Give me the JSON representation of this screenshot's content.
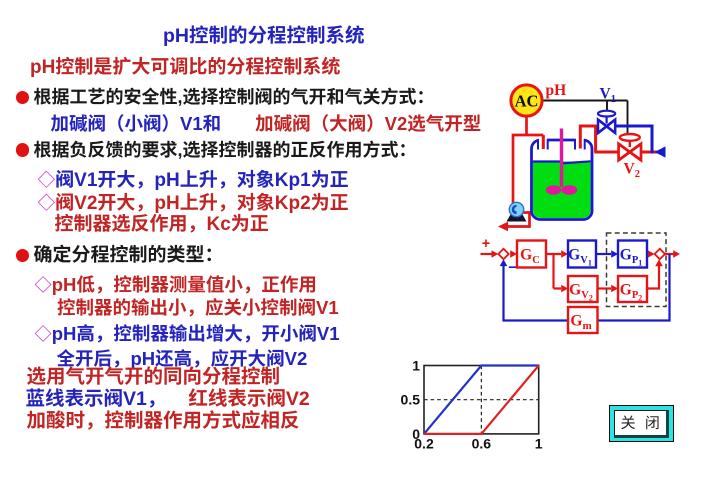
{
  "slide": {
    "title": "pH控制的分程控制系统",
    "lines": [
      {
        "segments": [
          {
            "text": "pH控制是扩大可调比的分程控制系统",
            "color": "#c22424"
          }
        ]
      },
      {
        "segments": [
          {
            "text": "●",
            "color": "#e01111"
          },
          {
            "text": "根据工艺的安全性,选择控制阀的气开和气关方式：",
            "color": "#1a1a1a"
          }
        ]
      },
      {
        "segments": [
          {
            "text": "加碱阀（小阀）V1和",
            "color": "#2424bd"
          },
          {
            "text": "加碱阀（大阀）V2选气开型",
            "color": "#c22424"
          }
        ]
      },
      {
        "segments": [
          {
            "text": "●",
            "color": "#e01111"
          },
          {
            "text": "根据负反馈的要求,选择控制器的正反作用方式：",
            "color": "#1a1a1a"
          }
        ]
      },
      {
        "segments": [
          {
            "text": "◇",
            "color": "#cc44cc"
          },
          {
            "text": "阀V1开大，pH上升，对象Kp1为正",
            "color": "#2424bd"
          }
        ]
      },
      {
        "segments": [
          {
            "text": "◇",
            "color": "#cc44cc"
          },
          {
            "text": "阀V2开大，pH上升，对象Kp2为正",
            "color": "#c22424"
          }
        ]
      },
      {
        "segments": [
          {
            "text": "控制器选反作用，Kc为正",
            "color": "#c22424"
          }
        ]
      },
      {
        "segments": [
          {
            "text": "●",
            "color": "#e01111"
          },
          {
            "text": "确定分程控制的类型：",
            "color": "#1a1a1a"
          }
        ]
      },
      {
        "segments": [
          {
            "text": "◇",
            "color": "#cc44cc"
          },
          {
            "text": "pH低，控制器测量值小，正作用",
            "color": "#c22424"
          }
        ]
      },
      {
        "segments": [
          {
            "text": "控制器的输出小，应关小控制阀V1",
            "color": "#c22424"
          }
        ]
      },
      {
        "segments": [
          {
            "text": "◇",
            "color": "#cc44cc"
          },
          {
            "text": "pH高，控制器输出增大，开小阀V1",
            "color": "#2424bd"
          }
        ]
      },
      {
        "segments": [
          {
            "text": "全开后，pH还高，应开大阀V2",
            "color": "#2424bd"
          }
        ]
      },
      {
        "segments": [
          {
            "text": "选用气开气开的同向分程控制",
            "color": "#c22424"
          }
        ]
      },
      {
        "segments": [
          {
            "text": "蓝线表示阀V1，",
            "color": "#2424bd"
          },
          {
            "text": "红线表示阀V2",
            "color": "#c22424"
          }
        ]
      },
      {
        "segments": [
          {
            "text": "加酸时，控制器作用方式应相反",
            "color": "#c22424"
          }
        ]
      }
    ]
  },
  "process_diagram": {
    "controller_label": "AC",
    "variable_label": "pH",
    "valve1_label": {
      "main": "V",
      "sub": "1"
    },
    "valve2_label": {
      "main": "V",
      "sub": "2"
    }
  },
  "block_diagram": {
    "plus_sign": "+",
    "minus_sign": "−",
    "blocks": {
      "gc": {
        "main": "G",
        "sub": "C",
        "subsub": ""
      },
      "gv1": {
        "main": "G",
        "sub": "V",
        "subsub": "1"
      },
      "gv2": {
        "main": "G",
        "sub": "V",
        "subsub": "2"
      },
      "gp1": {
        "main": "G",
        "sub": "P",
        "subsub": "1"
      },
      "gp2": {
        "main": "G",
        "sub": "P",
        "subsub": "2"
      },
      "gm": {
        "main": "G",
        "sub": "m",
        "subsub": ""
      }
    }
  },
  "chart_data": {
    "type": "line",
    "xlim": [
      0.2,
      1
    ],
    "ylim": [
      0,
      1
    ],
    "xtick_values": [
      0.2,
      0.6,
      1
    ],
    "ytick_values": [
      0,
      0.5,
      1
    ],
    "xtick_labels": [
      "0.2",
      "0.6",
      "1"
    ],
    "ytick_labels": [
      "0",
      "0.5",
      "1"
    ],
    "guides": {
      "x": 0.6,
      "y": 0.5
    },
    "grid": false,
    "legend": "none",
    "series": [
      {
        "name": "阀V1 (蓝线)",
        "color": "#2233c4",
        "points": [
          [
            0.2,
            0
          ],
          [
            0.6,
            1
          ],
          [
            1,
            1
          ]
        ]
      },
      {
        "name": "阀V2 (红线)",
        "color": "#dd2222",
        "points": [
          [
            0.2,
            0
          ],
          [
            0.6,
            0
          ],
          [
            1,
            1
          ]
        ]
      }
    ]
  },
  "close_button": {
    "label": "关 闭"
  },
  "colors": {
    "text_red": "#c22424",
    "text_blue": "#2424bd",
    "text_black": "#1a1a1a",
    "title_blue": "#2323bd",
    "diamond_magenta": "#cc44cc",
    "bullet_red": "#e01111",
    "diagram_red": "#e61414",
    "diagram_blue": "#1a1acc",
    "tank_green": "#00dd11",
    "controller_yellow": "#ffe416",
    "stirrer_magenta": "#e0189b",
    "pump_cyan": "#7dd4f0",
    "button_cyan": "#2ee3e3"
  }
}
